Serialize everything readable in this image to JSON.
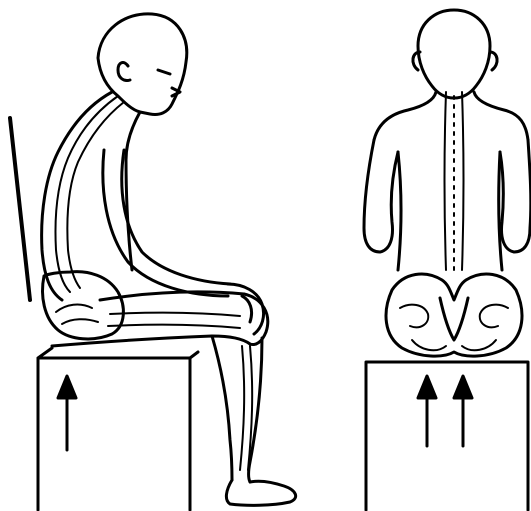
{
  "colors": {
    "stroke": "#000000",
    "fill": "#ffffff"
  },
  "figures": [
    {
      "name": "side-view-seated-figure",
      "view": "side",
      "arrows": 1
    },
    {
      "name": "back-view-seated-figure",
      "view": "back",
      "arrows": 2
    }
  ]
}
